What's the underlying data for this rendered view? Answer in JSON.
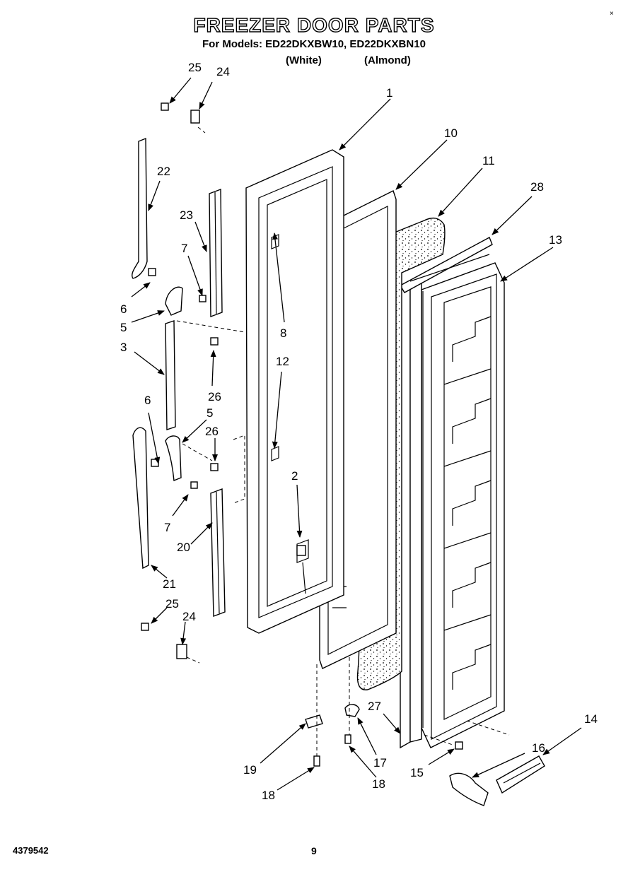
{
  "header": {
    "title": "FREEZER DOOR PARTS",
    "models_line": "For Models: ED22DKXBW10, ED22DKXBN10",
    "variant_white": "(White)",
    "variant_almond": "(Almond)"
  },
  "footer": {
    "document_number": "4379542",
    "page_number": "9",
    "corner_mark": "×"
  },
  "callouts": {
    "c1": "1",
    "c2": "2",
    "c3": "3",
    "c5a": "5",
    "c5b": "5",
    "c6a": "6",
    "c6b": "6",
    "c7a": "7",
    "c7b": "7",
    "c8": "8",
    "c10": "10",
    "c11": "11",
    "c12": "12",
    "c13": "13",
    "c14": "14",
    "c15": "15",
    "c16": "16",
    "c17": "17",
    "c18a": "18",
    "c18b": "18",
    "c19": "19",
    "c20": "20",
    "c21": "21",
    "c22": "22",
    "c23": "23",
    "c24a": "24",
    "c24b": "24",
    "c25a": "25",
    "c25b": "25",
    "c26a": "26",
    "c26b": "26",
    "c27": "27",
    "c28": "28"
  }
}
